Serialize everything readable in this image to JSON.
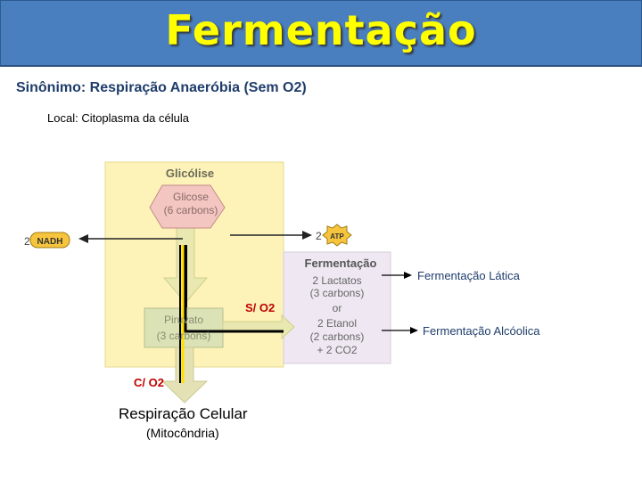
{
  "header": {
    "title": "Fermentação"
  },
  "synonym": "Sinônimo: Respiração Anaeróbia (Sem O2)",
  "local": {
    "label": "Local:",
    "text": " Citoplasma da célula"
  },
  "diagram": {
    "glycolysis": "Glicólise",
    "glucose_line1": "Glicose",
    "glucose_line2": "(6 carbons)",
    "nadh_count": "2",
    "nadh": "NADH",
    "atp_count": "2",
    "atp": "ATP",
    "fermentation_title": "Fermentação",
    "lactate_line1": "2 Lactatos",
    "lactate_line2": "(3 carbons)",
    "or": "or",
    "ethanol_line1": "2 Etanol",
    "ethanol_line2": "(2 carbons)",
    "ethanol_line3": "+ 2 CO2",
    "pyruvate_line1": "Piruvato",
    "pyruvate_line2": "(3 carbons)"
  },
  "labels": {
    "lactic": "Fermentação Lática",
    "alcoholic": "Fermentação Alcóolica",
    "without_o2": "S/ O2",
    "with_o2": "C/ O2",
    "cellular_respiration": "Respiração Celular",
    "mitochondria": "(Mitocôndria)"
  },
  "colors": {
    "title_bg": "#4a7fbf",
    "title_text": "#ffff00",
    "cytoplasm": "#fdf3b8",
    "fermentation_box": "#efe8f2",
    "glucose": "#f3c6c1",
    "pyruvate": "#dbe2b5",
    "arrows": "#e8e8b0",
    "annotation": "#c00000"
  }
}
